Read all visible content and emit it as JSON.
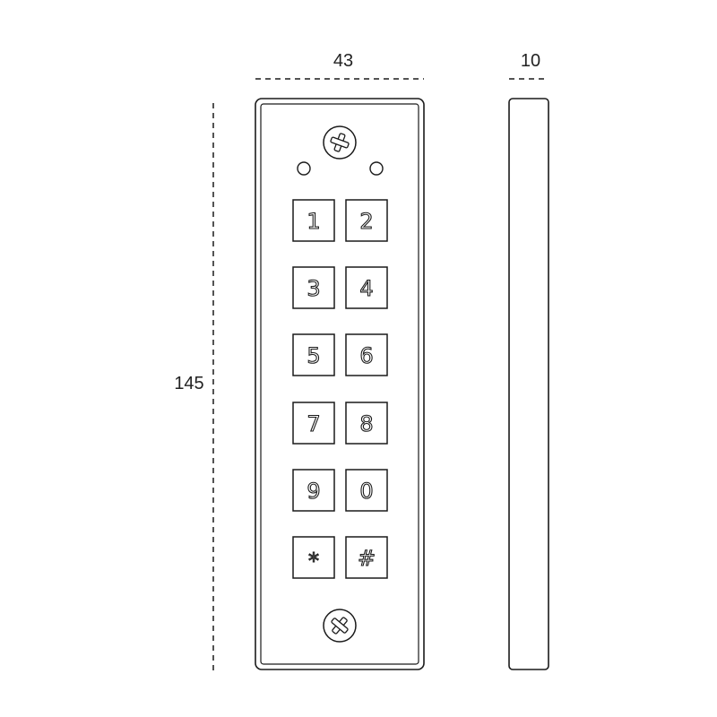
{
  "dimensions": {
    "width": "43",
    "depth": "10",
    "height": "145"
  },
  "keypad": {
    "keys": [
      "1",
      "2",
      "3",
      "4",
      "5",
      "6",
      "7",
      "8",
      "9",
      "0",
      "*",
      "#"
    ]
  },
  "colors": {
    "line": "#1a1a1a",
    "background": "#ffffff"
  },
  "icons": {
    "screws": [
      "screw-icon",
      "screw-icon"
    ],
    "leds": [
      "led-indicator-icon",
      "led-indicator-icon"
    ]
  }
}
